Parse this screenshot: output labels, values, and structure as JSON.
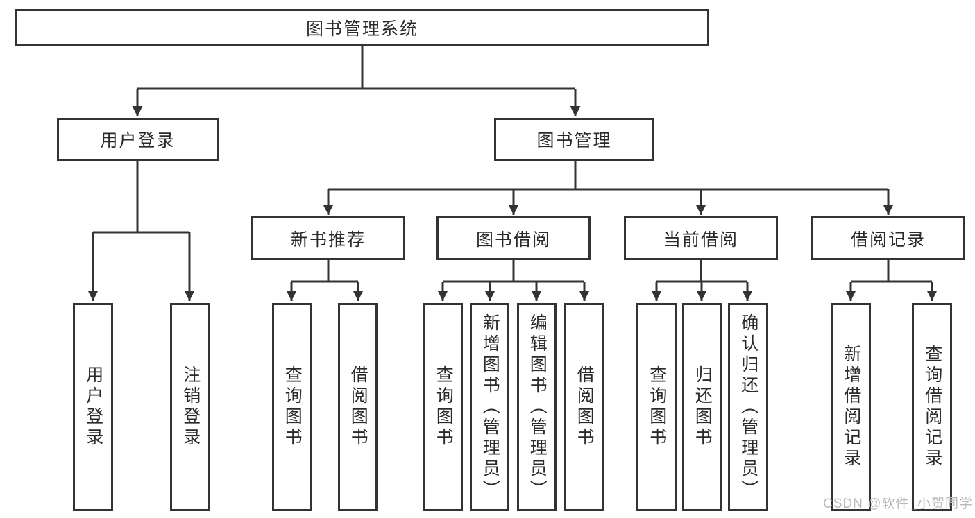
{
  "diagram": {
    "title": "图书管理系统",
    "colors": {
      "line": "#333333",
      "box_border": "#333333",
      "text": "#2a2a2a",
      "background": "#ffffff",
      "watermark": "#b9b9b9"
    },
    "nodes": {
      "root": "图书管理系统",
      "user_login": "用户登录",
      "book_mgmt": "图书管理",
      "new_book": "新书推荐",
      "book_borrow": "图书借阅",
      "current_borrow": "当前借阅",
      "borrow_records": "借阅记录",
      "leaves": {
        "login": [
          "用户登录",
          "注销登录"
        ],
        "new_book": [
          "查询图书",
          "借阅图书"
        ],
        "book_borrow": [
          "查询图书",
          "新增图书（管理员）",
          "编辑图书（管理员）",
          "借阅图书"
        ],
        "current_borrow": [
          "查询图书",
          "归还图书",
          "确认归还（管理员）"
        ],
        "borrow_records": [
          "新增借阅记录",
          "查询借阅记录"
        ]
      }
    },
    "watermark": "CSDN @软件_小贺同学"
  }
}
